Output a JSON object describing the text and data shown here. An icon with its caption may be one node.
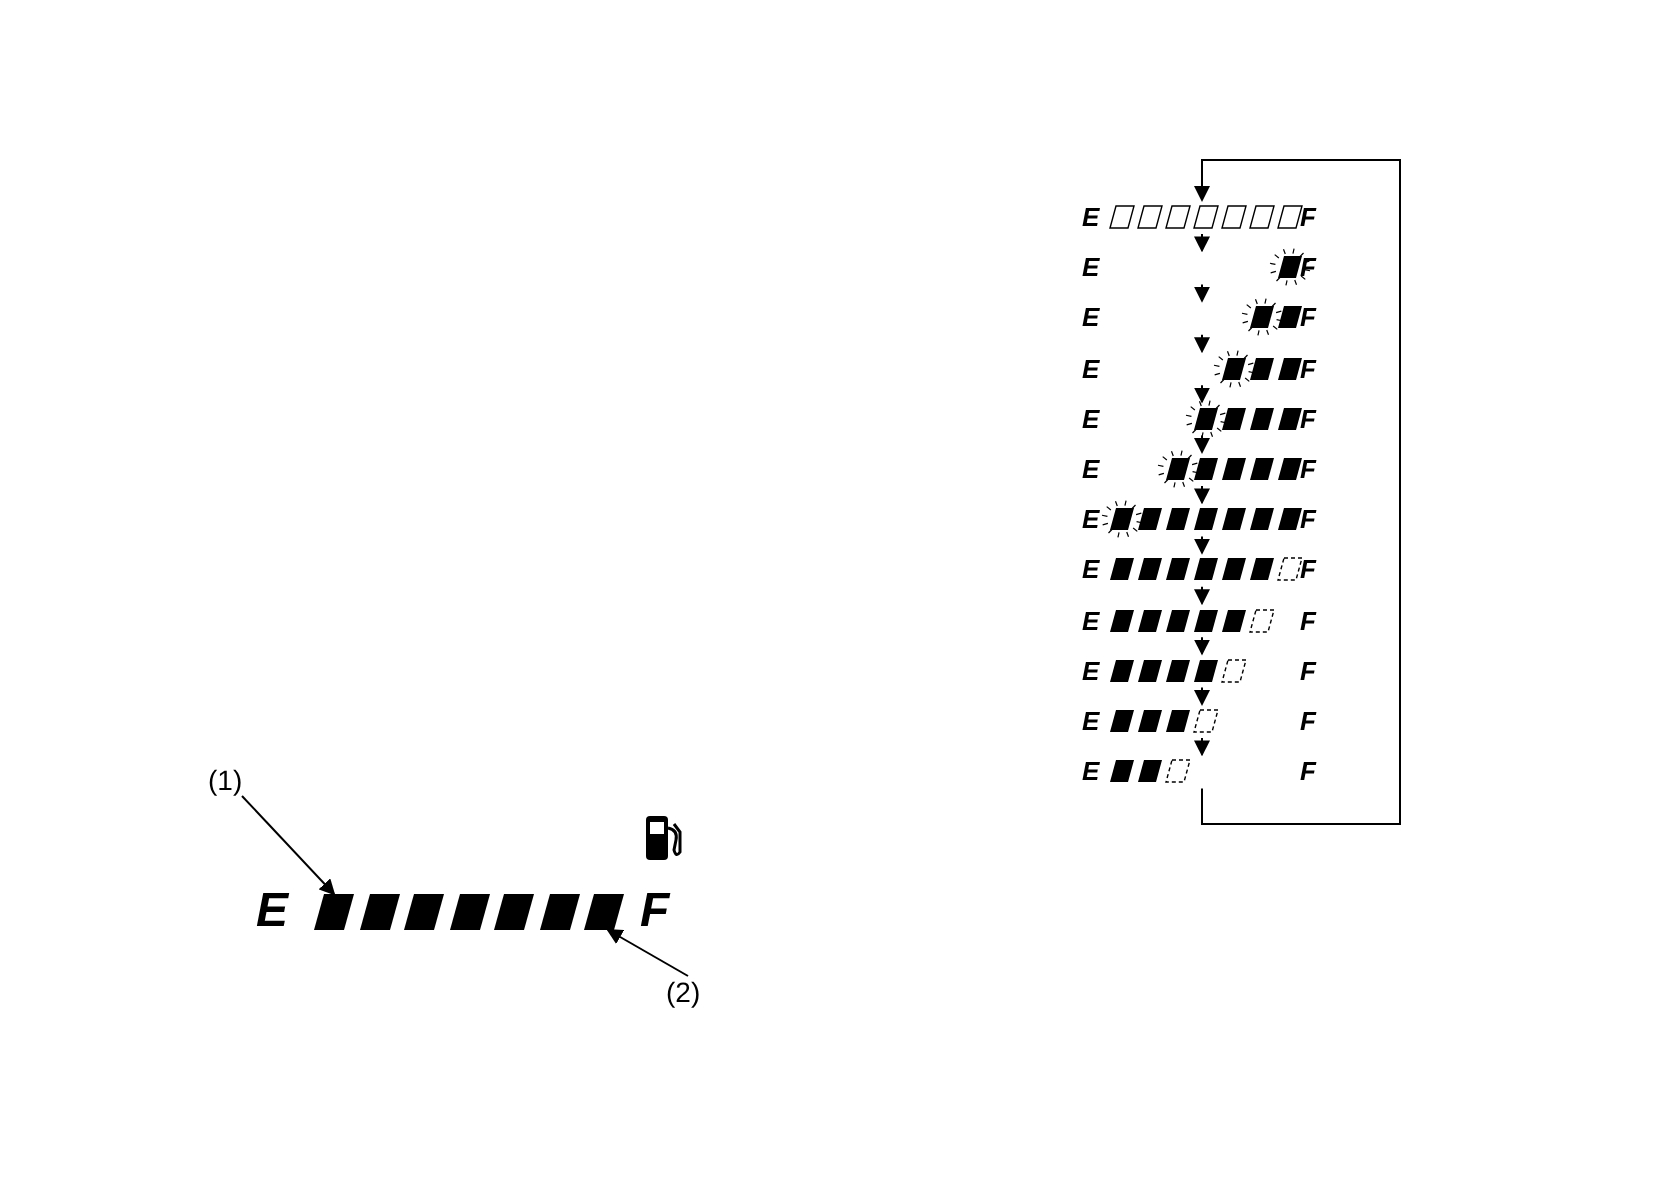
{
  "diagram": {
    "nodes": [
      {
        "text": [
          "(1)"
        ]
      },
      {
        "text": [
          "E",
          "F"
        ]
      },
      {
        "text": [],
        "shape": "bar",
        "in": 1
      },
      {
        "text": [],
        "shape": "bar",
        "in": 1
      },
      {
        "text": [],
        "shape": "bar",
        "in": 1
      },
      {
        "text": [],
        "shape": "bar",
        "in": 1
      },
      {
        "text": [],
        "shape": "bar",
        "in": 1
      },
      {
        "text": [],
        "shape": "bar",
        "in": 1
      },
      {
        "text": [],
        "shape": "bar",
        "in": 1
      },
      {
        "text": [
          "(2)"
        ]
      },
      {
        "text": [
          "E",
          "F"
        ]
      },
      {
        "text": [
          "E",
          "F"
        ]
      },
      {
        "text": [
          "E",
          "F"
        ]
      },
      {
        "text": [
          "E",
          "F"
        ]
      },
      {
        "text": [
          "E",
          "F"
        ]
      },
      {
        "text": [
          "E",
          "F"
        ]
      },
      {
        "text": [
          "E",
          "F"
        ]
      },
      {
        "text": [
          "E",
          "F"
        ]
      },
      {
        "text": [
          "E",
          "F"
        ]
      },
      {
        "text": [
          "E",
          "F"
        ]
      },
      {
        "text": [
          "E",
          "F"
        ]
      },
      {
        "text": [
          "E",
          "F"
        ]
      }
    ],
    "edges": [
      {
        "from": 0,
        "to": 2,
        "arrow": "to"
      },
      {
        "from": 9,
        "to": 8,
        "arrow": "to"
      },
      {
        "from": 10,
        "to": 11,
        "arrow": "to"
      },
      {
        "from": 11,
        "to": 12,
        "arrow": "to"
      },
      {
        "from": 12,
        "to": 13,
        "arrow": "to"
      },
      {
        "from": 13,
        "to": 14,
        "arrow": "to"
      },
      {
        "from": 14,
        "to": 15,
        "arrow": "to"
      },
      {
        "from": 15,
        "to": 16,
        "arrow": "to"
      },
      {
        "from": 16,
        "to": 17,
        "arrow": "to"
      },
      {
        "from": 17,
        "to": 18,
        "arrow": "to"
      },
      {
        "from": 18,
        "to": 19,
        "arrow": "to"
      },
      {
        "from": 19,
        "to": 20,
        "arrow": "to"
      },
      {
        "from": 20,
        "to": 21,
        "arrow": "to"
      },
      {
        "from": 21,
        "to": 10,
        "arrow": "to"
      }
    ]
  }
}
